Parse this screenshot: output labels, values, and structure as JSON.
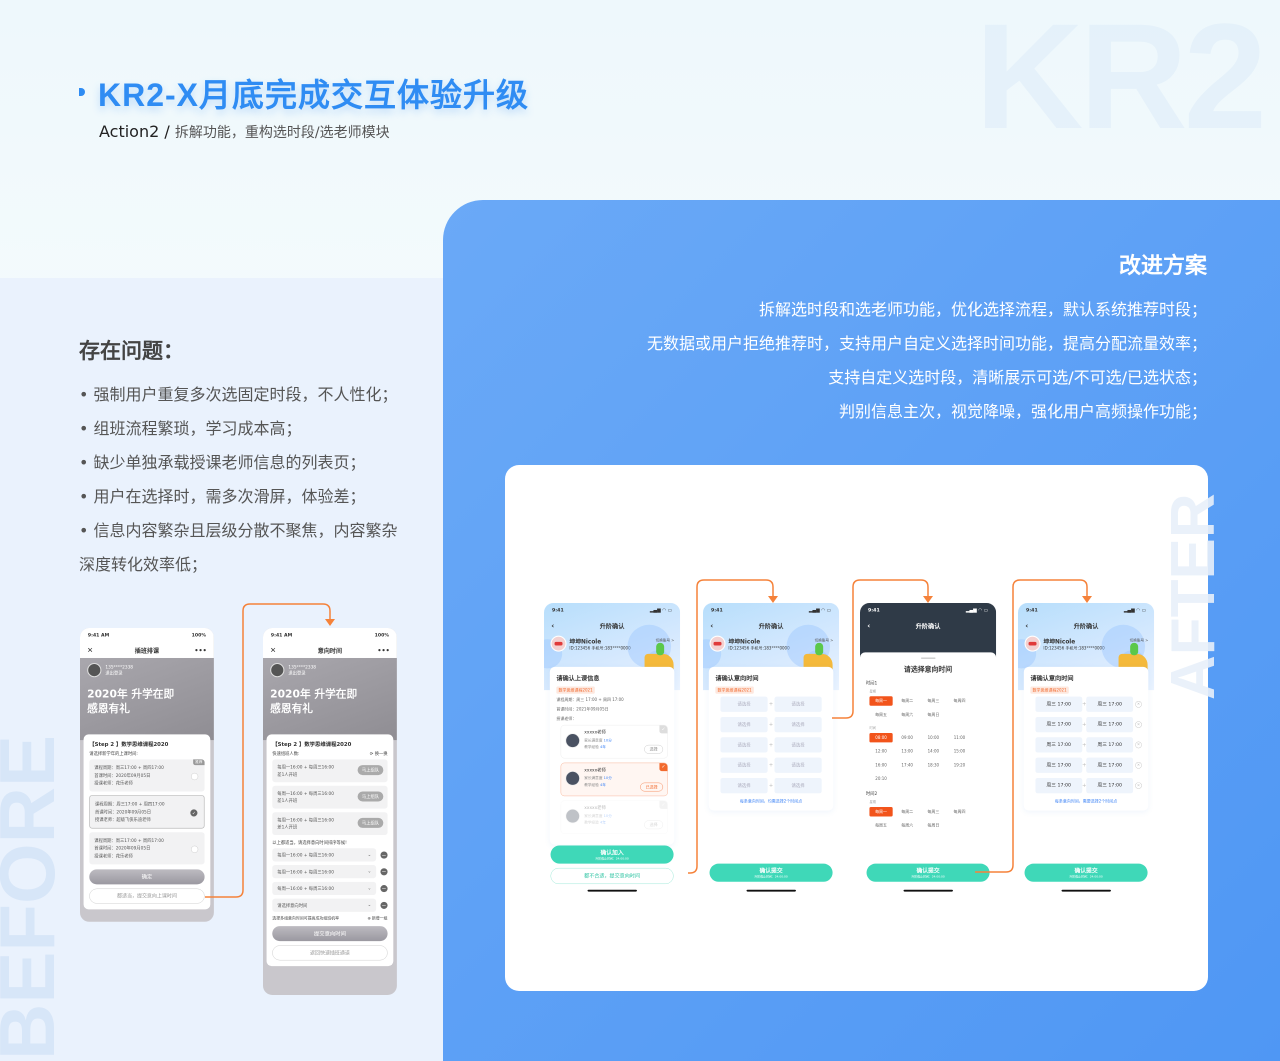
{
  "header": {
    "watermark": "KR2",
    "title": "KR2-X月底完成交互体验升级",
    "action": "Action2",
    "sep": "/",
    "subtitle": "拆解功能，重构选时段/选老师模块"
  },
  "problems": {
    "title": "存在问题：",
    "items": [
      "• 强制用户重复多次选固定时段，不人性化；",
      "• 组班流程繁琐，学习成本高；",
      "• 缺少单独承载授课老师信息的列表页；",
      "• 用户在选择时，需多次滑屏，体验差；",
      "• 信息内容繁杂且层级分散不聚焦，内容繁杂",
      "   深度转化效率低；"
    ],
    "watermark": "BEFORE"
  },
  "improve": {
    "title": "改进方案",
    "items": [
      "拆解选时段和选老师功能，优化选择流程，默认系统推荐时段；",
      "无数据或用户拒绝推荐时，支持用户自定义选择时间功能，提高分配流量效率；",
      "支持自定义选时段，清晰展示可选/不可选/已选状态；",
      "判别信息主次，视觉降噪，强化用户高频操作功能；"
    ],
    "watermark": "AFTER"
  },
  "colors": {
    "accent": "#2f8cf3",
    "panel": "#5aa0f5",
    "connector": "#f5823a",
    "green": "#3fd8b8",
    "orange": "#f2541b"
  },
  "before1": {
    "time": "9:41 AM",
    "battery": "100%",
    "close": "✕",
    "nav": "插班排课",
    "more": "•••",
    "phone": "135****2338",
    "logout": "退出登录",
    "banner1": "2020年 升学在即",
    "banner2": "感恩有礼",
    "step": "【Step 2 】数学思维课程2020",
    "prompt": "请选择新学年的上课时间:",
    "options": [
      {
        "period": "课程周期：周三17:00 + 周四17:00",
        "first": "首课时间：2020年09月05日",
        "teacher": "授课老师：花乐老师",
        "tag": "推荐",
        "selected": false
      },
      {
        "period": "课程周期：周三17:00 + 周四17:00",
        "first": "首课时间：2020年09月05日",
        "teacher": "授课老师：超级飞侠乐迪老师",
        "tag": "",
        "selected": true
      },
      {
        "period": "课程周期：周三17:00 + 周四17:00",
        "first": "首课时间：2020年09月05日",
        "teacher": "授课老师：花乐老师",
        "tag": "",
        "selected": false
      }
    ],
    "confirm": "确定",
    "alt": "都适当，提交意向上课时间"
  },
  "before2": {
    "time": "9:41 AM",
    "battery": "100%",
    "close": "✕",
    "nav": "意向时间",
    "more": "•••",
    "phone": "135****2338",
    "logout": "退出登录",
    "banner1": "2020年 升学在即",
    "banner2": "感恩有礼",
    "step": "【Step 2 】数学思维课程2020",
    "quick": "快速组班人数:",
    "refresh": "⟳ 换一换",
    "groups": [
      {
        "time": "每周一16:00 + 每周三16:00",
        "count": "差1人开班",
        "btn": "马上组队"
      },
      {
        "time": "每周一16:00 + 每周三16:00",
        "count": "差1人开班",
        "btn": "马上组队"
      },
      {
        "time": "每周一16:00 + 每周三16:00",
        "count": "差1人开班",
        "btn": "马上组队"
      }
    ],
    "pref": "以上都适当，请选择意向时间排序等候!",
    "selects": [
      "每周一16:00 + 每周三16:00",
      "每周一16:00 + 每周三16:00",
      "每周一16:00 + 每周三16:00",
      "请选择意向时间"
    ],
    "hint": "选择多组意向时间可提高成功组班机率",
    "add": "⊕ 新增一组",
    "submit": "提交意向时间",
    "back": "返回快速插班通道"
  },
  "after_common": {
    "time": "9:41",
    "signal": "▂▄▆ ◠ ▭",
    "back": "‹",
    "nav": "升阶确认",
    "name": "坤坤Nicole",
    "id": "ID:123456   手机号:183****0000",
    "switch": "切换账号 >",
    "course": "数学思维课程2021",
    "deadline": "升阶截止时间：24:00:00"
  },
  "after1": {
    "title": "请确认上课信息",
    "period": "课程周期：周三 17:00 + 周四 17:00",
    "first": "首课时间：2021年09月05日",
    "teacher_label": "授课老师：",
    "teachers": [
      {
        "name": "xxxxx老师",
        "sat": "家长满意度",
        "sat_v": "10分",
        "exp": "教学经验",
        "exp_v": "4年",
        "btn": "选择",
        "selected": false
      },
      {
        "name": "xxxxx老师",
        "sat": "家长满意度",
        "sat_v": "10分",
        "exp": "教学经验",
        "exp_v": "4年",
        "btn": "已选择",
        "selected": true
      },
      {
        "name": "xxxxx老师",
        "sat": "家长满意度",
        "sat_v": "10分",
        "exp": "教学经验",
        "exp_v": "4年",
        "btn": "选择",
        "selected": false
      }
    ],
    "confirm": "确认加入",
    "alt": "都不合适，提交意向时间"
  },
  "after2": {
    "title": "请确认意向时间",
    "placeholder": "请选择",
    "rows": 5,
    "plus": "+",
    "hint": "每条意向时间，均需选择2个时间点",
    "confirm": "确认提交"
  },
  "after3": {
    "title": "请选择意向时间",
    "groups": [
      {
        "label": "时间1",
        "day_label": "星期",
        "days": [
          "每周一",
          "每周二",
          "每周三",
          "每周四",
          "每周五",
          "每周六",
          "每周日"
        ],
        "day_selected": "每周一",
        "time_label": "时间",
        "times": [
          "08:00",
          "09:00",
          "10:00",
          "11:00",
          "12:00",
          "13:00",
          "14:00",
          "15:00",
          "16:00",
          "17:40",
          "18:30",
          "19:20",
          "20:10"
        ],
        "time_selected": "08:00"
      },
      {
        "label": "时间2",
        "day_label": "星期",
        "days": [
          "每周一",
          "每周二",
          "每周三",
          "每周四",
          "每周五",
          "每周六",
          "每周日"
        ],
        "day_selected": "每周一"
      }
    ],
    "confirm": "确认提交"
  },
  "after4": {
    "title": "请确认意向时间",
    "rows": [
      [
        "周三 17:00",
        "周三 17:00"
      ],
      [
        "周三 17:00",
        "周三 17:00"
      ],
      [
        "周三 17:00",
        "周三 17:00"
      ],
      [
        "周三 17:00",
        "周三 17:00"
      ],
      [
        "周三 17:00",
        "周三 17:00"
      ]
    ],
    "plus": "+",
    "remove": "✕",
    "hint": "每条意向时间，需要选择2个时间点",
    "confirm": "确认提交"
  }
}
